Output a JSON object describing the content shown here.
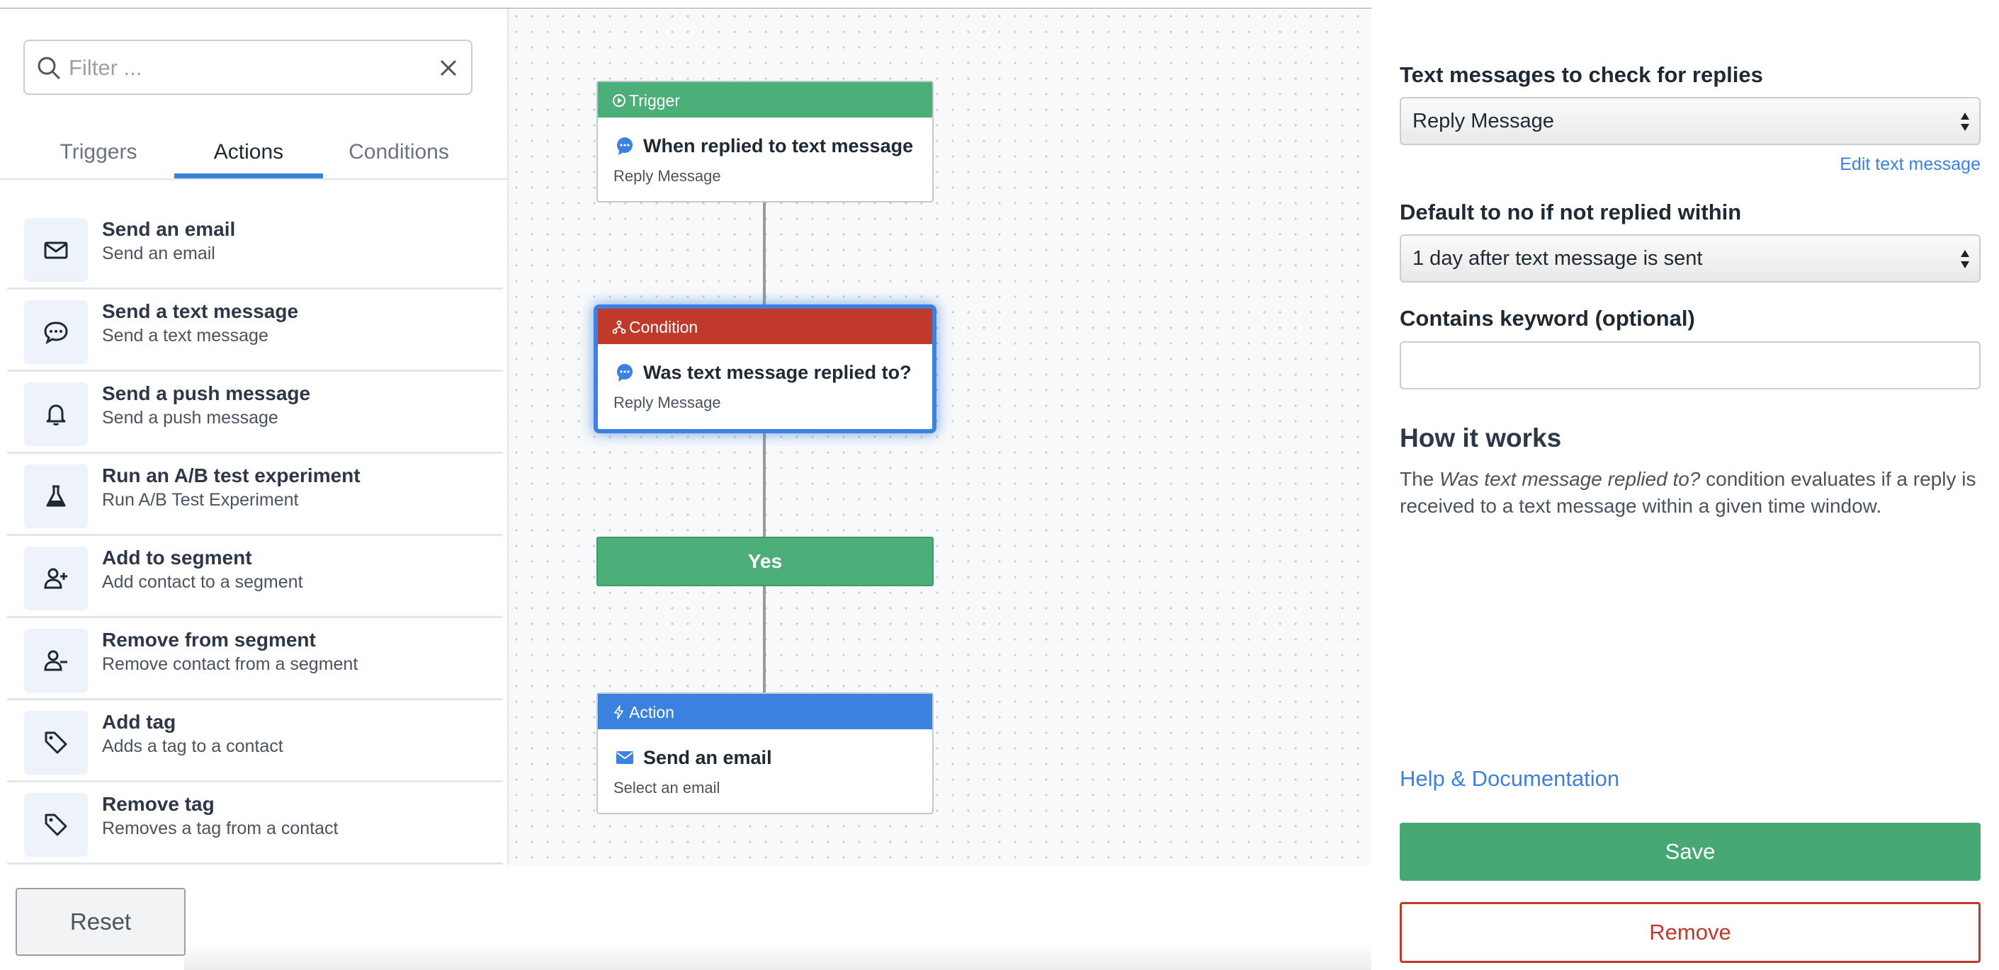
{
  "filter": {
    "placeholder": "Filter ..."
  },
  "tabs": [
    {
      "label": "Triggers",
      "active": false
    },
    {
      "label": "Actions",
      "active": true
    },
    {
      "label": "Conditions",
      "active": false
    }
  ],
  "actions": [
    {
      "title": "Send an email",
      "subtitle": "Send an email",
      "icon": "envelope-icon"
    },
    {
      "title": "Send a text message",
      "subtitle": "Send a text message",
      "icon": "sms-icon"
    },
    {
      "title": "Send a push message",
      "subtitle": "Send a push message",
      "icon": "bell-icon"
    },
    {
      "title": "Run an A/B test experiment",
      "subtitle": "Run A/B Test Experiment",
      "icon": "flask-icon"
    },
    {
      "title": "Add to segment",
      "subtitle": "Add contact to a segment",
      "icon": "user-plus-icon"
    },
    {
      "title": "Remove from segment",
      "subtitle": "Remove contact from a segment",
      "icon": "user-minus-icon"
    },
    {
      "title": "Add tag",
      "subtitle": "Adds a tag to a contact",
      "icon": "tag-icon"
    },
    {
      "title": "Remove tag",
      "subtitle": "Removes a tag from a contact",
      "icon": "tag-icon"
    }
  ],
  "workflow": {
    "trigger": {
      "type": "Trigger",
      "title": "When replied to text message",
      "subtitle": "Reply Message",
      "color": "#4caf7a"
    },
    "condition": {
      "type": "Condition",
      "title": "Was text message replied to?",
      "subtitle": "Reply Message",
      "color": "#c0392b"
    },
    "branch": {
      "label": "Yes",
      "color": "#4caf7a"
    },
    "action": {
      "type": "Action",
      "title": "Send an email",
      "subtitle": "Select an email",
      "color": "#3b82e0"
    }
  },
  "reset_label": "Reset",
  "panel": {
    "messages_label": "Text messages to check for replies",
    "messages_value": "Reply Message",
    "edit_link": "Edit text message",
    "default_label": "Default to no if not replied within",
    "default_value": "1 day after text message is sent",
    "keyword_label": "Contains keyword (optional)",
    "keyword_value": "",
    "how_title": "How it works",
    "how_prefix": "The ",
    "how_em": "Was text message replied to?",
    "how_suffix": " condition evaluates if a reply is received to a text message within a given time window.",
    "help_link": "Help & Documentation",
    "save_label": "Save",
    "remove_label": "Remove"
  },
  "colors": {
    "accent": "#3b82e0",
    "save": "#48a873",
    "danger": "#c0392b"
  }
}
